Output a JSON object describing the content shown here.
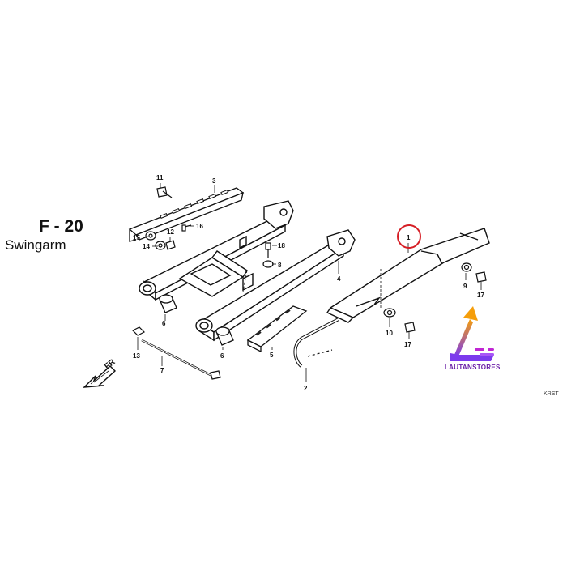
{
  "diagram": {
    "page_code": "F - 20",
    "title": "Swingarm",
    "direction_label": "FR",
    "code_tag": "KRST",
    "store_name": "LAUTANSTORES",
    "highlight_color": "#d61f26",
    "logo_colors": {
      "orange": "#f59e0b",
      "purple": "#7c3aed",
      "magenta": "#c026d3"
    },
    "callouts": {
      "c1": "1",
      "c2": "2",
      "c3": "3",
      "c4": "4",
      "c5": "5",
      "c6a": "6",
      "c6b": "6",
      "c7": "7",
      "c8": "8",
      "c9": "9",
      "c10": "10",
      "c11": "11",
      "c12": "12",
      "c13": "13",
      "c14": "14",
      "c15": "15",
      "c16": "16",
      "c17a": "17",
      "c17b": "17",
      "c18": "18"
    },
    "highlighted_part": "1"
  }
}
